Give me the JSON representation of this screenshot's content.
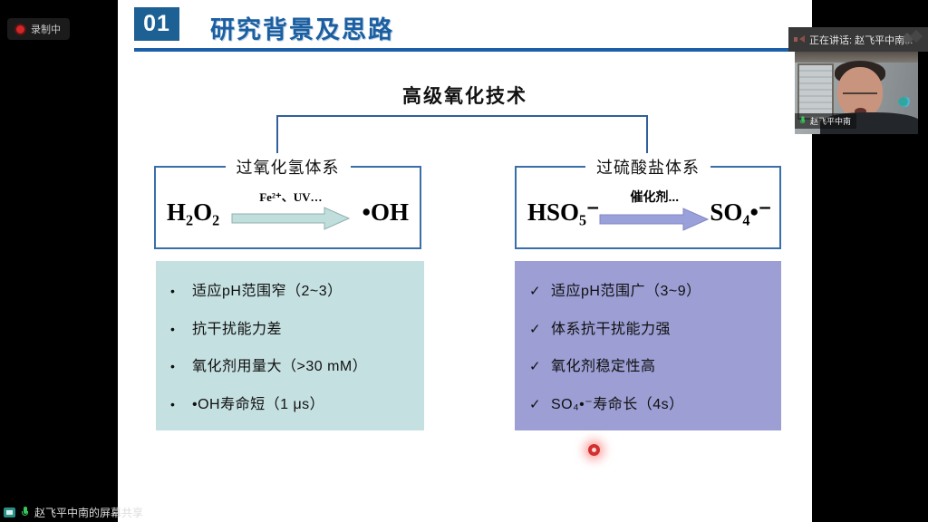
{
  "app": {
    "recording_label": "录制中",
    "share_banner_text": "赵飞平中南的屏幕共享",
    "speaking_banner_text": "正在讲话: 赵飞平中南...",
    "participant_name": "赵飞平中南"
  },
  "slide": {
    "section_number": "01",
    "section_title": "研究背景及思路",
    "main_title": "高级氧化技术",
    "left_system": {
      "header": "过氧化氢体系",
      "reactant": "H₂O₂",
      "arrow_label": "Fe²⁺、UV…",
      "product": "•OH",
      "bullet": "•",
      "points": [
        "适应pH范围窄（2~3）",
        "抗干扰能力差",
        "氧化剂用量大（>30 mM）",
        "•OH寿命短（1 μs）"
      ]
    },
    "right_system": {
      "header": "过硫酸盐体系",
      "reactant": "HSO₅⁻",
      "arrow_label": "催化剂...",
      "product": "SO₄•⁻",
      "bullet": "✓",
      "points": [
        "适应pH范围广（3~9）",
        "体系抗干扰能力强",
        "氧化剂稳定性高",
        "SO₄•⁻寿命长（4s）"
      ]
    },
    "colors": {
      "section_blue": "#1c5fa0",
      "badge_blue": "#1d6094",
      "box_border_blue": "#3a6ea8",
      "teal_panel": "#c5e0e1",
      "purple_panel": "#9c9ed4",
      "teal_arrow": "#c0dedb",
      "purple_arrow": "#9aa0d9",
      "laser_red": "#d32f2f"
    }
  }
}
